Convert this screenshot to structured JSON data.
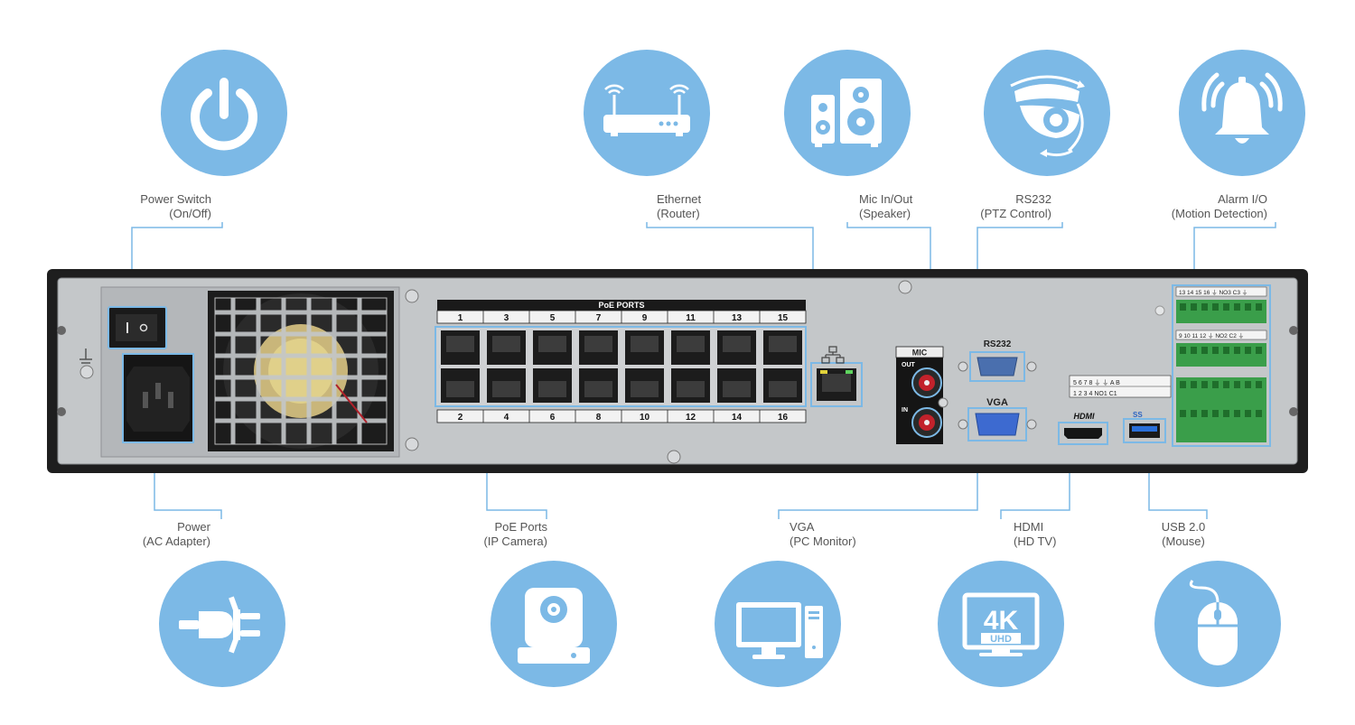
{
  "colors": {
    "circle": "#7cb9e6",
    "leader": "#7cb9e6",
    "chassis": "#1e1e1e",
    "panel": "#bfc2c4",
    "terminal": "#3a9e4a"
  },
  "top_callouts": [
    {
      "line1": "Power Switch",
      "line2": "(On/Off)",
      "icon": "power-icon"
    },
    {
      "line1": "Ethernet",
      "line2": "(Router)",
      "icon": "router-icon"
    },
    {
      "line1": "Mic In/Out",
      "line2": "(Speaker)",
      "icon": "speaker-icon"
    },
    {
      "line1": "RS232",
      "line2": "(PTZ Control)",
      "icon": "ptz-camera-icon"
    },
    {
      "line1": "Alarm I/O",
      "line2": "(Motion Detection)",
      "icon": "alarm-bell-icon"
    }
  ],
  "bottom_callouts": [
    {
      "line1": "Power",
      "line2": "(AC Adapter)",
      "icon": "plug-icon"
    },
    {
      "line1": "PoE Ports",
      "line2": "(IP Camera)",
      "icon": "ip-camera-icon"
    },
    {
      "line1": "VGA",
      "line2": "(PC Monitor)",
      "icon": "pc-monitor-icon"
    },
    {
      "line1": "HDMI",
      "line2": "(HD TV)",
      "icon": "4k-tv-icon"
    },
    {
      "line1": "USB 2.0",
      "line2": "(Mouse)",
      "icon": "mouse-icon"
    }
  ],
  "device": {
    "poe_header": "PoE PORTS",
    "poe_top_numbers": [
      "1",
      "3",
      "5",
      "7",
      "9",
      "11",
      "13",
      "15"
    ],
    "poe_bottom_numbers": [
      "2",
      "4",
      "6",
      "8",
      "10",
      "12",
      "14",
      "16"
    ],
    "mic_label": "MIC",
    "out_label": "OUT",
    "in_label": "IN",
    "rs232_label": "RS232",
    "vga_label": "VGA",
    "hdmi_label": "HDMI",
    "usb_label": "SS",
    "alarm_row1": "13 14 15 16 ⏚ NO3 C3 ⏚",
    "alarm_row2": "9 10 11 12 ⏚ NO2 C2 ⏚",
    "relay_row1": "5 6 7 8 ⏚ ⏚ A B",
    "relay_row2": "1 2 3 4 NO1 C1"
  }
}
